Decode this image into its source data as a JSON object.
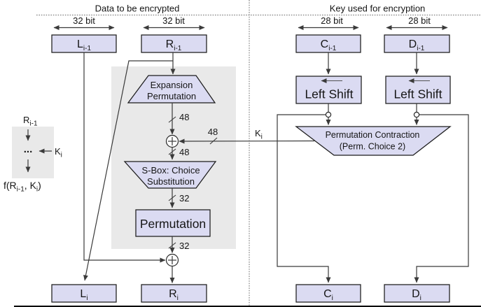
{
  "colors": {
    "box_fill": "#dbdbf2",
    "box_border": "#1c1c1c",
    "panel_gray": "#e9e9e9",
    "wire": "#3a3a3a",
    "background": "#ffffff",
    "bottom_bar": "#000000"
  },
  "headers": {
    "data_section": "Data to be encrypted",
    "key_section": "Key used for encryption"
  },
  "bit_labels": {
    "l": "32 bit",
    "r": "32 bit",
    "c": "28 bit",
    "d": "28 bit"
  },
  "registers": {
    "l_prev": {
      "name": "L",
      "sub": "i-1"
    },
    "r_prev": {
      "name": "R",
      "sub": "i-1"
    },
    "c_prev": {
      "name": "C",
      "sub": "i-1"
    },
    "d_prev": {
      "name": "D",
      "sub": "i-1"
    },
    "l_next": {
      "name": "L",
      "sub": "i"
    },
    "r_next": {
      "name": "R",
      "sub": "i"
    },
    "c_next": {
      "name": "C",
      "sub": "i"
    },
    "d_next": {
      "name": "D",
      "sub": "i"
    }
  },
  "blocks": {
    "expansion_permutation": {
      "line1": "Expansion",
      "line2": "Permutation"
    },
    "sbox": {
      "line1": "S-Box: Choice",
      "line2": "Substitution"
    },
    "permutation": {
      "label": "Permutation"
    },
    "left_shift_c": {
      "label": "Left Shift"
    },
    "left_shift_d": {
      "label": "Left Shift"
    },
    "permutation_contraction": {
      "line1": "Permutation Contraction",
      "line2": "(Perm. Choice 2)"
    }
  },
  "wire_labels": {
    "expansion_out": "48",
    "subkey_in": "48",
    "xor_out": "48",
    "sbox_out": "32",
    "permutation_out": "32",
    "subkey": {
      "name": "K",
      "sub": "i"
    }
  },
  "legend": {
    "input": {
      "name": "R",
      "sub": "i-1"
    },
    "dots": "...",
    "key": {
      "name": "K",
      "sub": "i"
    },
    "output": {
      "p1": "f(R",
      "sub1": "i-1",
      "p2": ", K",
      "sub2": "i",
      "p3": ")"
    }
  }
}
